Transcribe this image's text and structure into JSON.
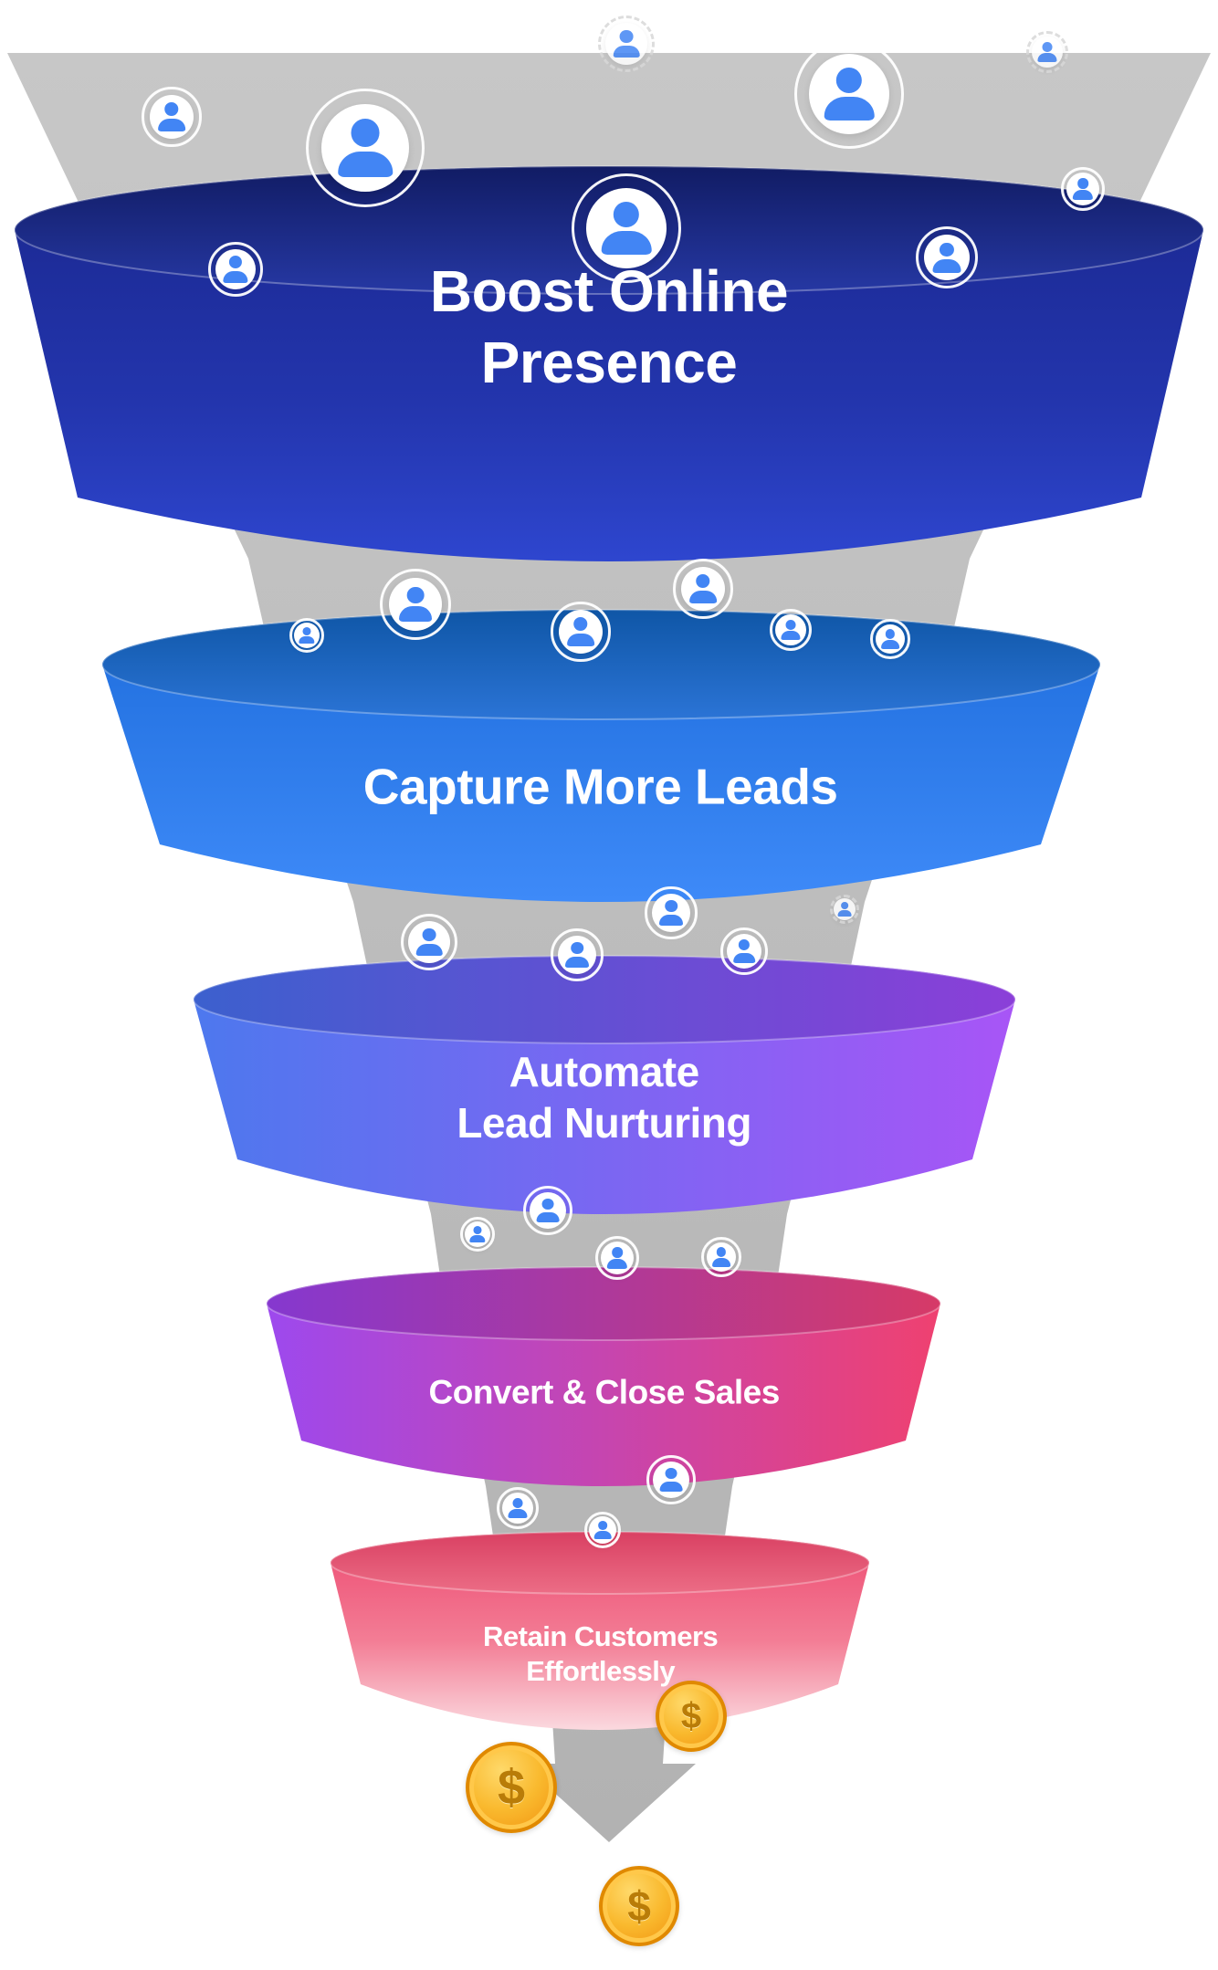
{
  "diagram": {
    "type": "marketing-funnel",
    "funnel_color": "#bdbdbd",
    "user_icon_color": "#4285f4",
    "stages": [
      {
        "label": "Boost Online Presence",
        "rim_color": "#111c64",
        "body_color_start": "#1a278e",
        "body_color_end": "#2e46cf"
      },
      {
        "label": "Capture More Leads",
        "rim_color": "#0f56a6",
        "body_color_start": "#1e6ddc",
        "body_color_end": "#3e8af8"
      },
      {
        "label": "Automate\nLead Nurturing",
        "rim_color": "#3c60ce",
        "body_color_start": "#4d78ee",
        "body_color_end": "#a855f6"
      },
      {
        "label": "Convert & Close Sales",
        "rim_color": "#8538cf",
        "body_color_start": "#9d49ee",
        "body_color_end": "#ef4170"
      },
      {
        "label": "Retain Customers\nEffortlessly",
        "rim_color": "#d94062",
        "body_color_start": "#ed4a71",
        "body_color_end": "#fbd9df"
      }
    ]
  },
  "coins": {
    "symbol": "$",
    "color": "#f5a31d"
  },
  "icons": {
    "user": "user-icon",
    "coin": "dollar-coin-icon"
  }
}
